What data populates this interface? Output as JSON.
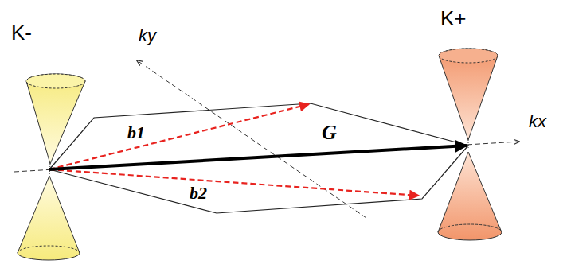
{
  "diagram": {
    "labels": [
      "K-",
      "K+",
      "ky",
      "kx",
      "b1",
      "b2",
      "G"
    ]
  }
}
